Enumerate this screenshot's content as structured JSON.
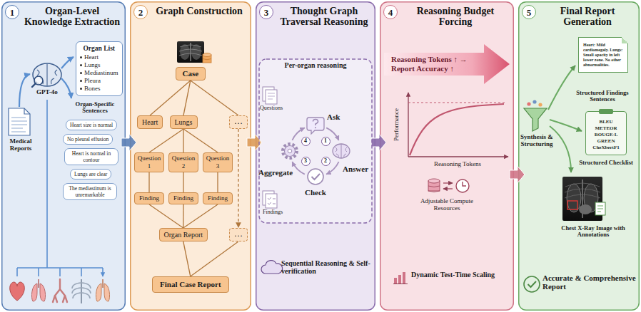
{
  "diagram": {
    "nodes": [
      {
        "text": [
          "Organ-Level Knowledge Extraction"
        ]
      },
      {
        "text": [
          "1"
        ],
        "in": 0
      },
      {
        "text": [
          "Organ List",
          "Heart",
          "Lungs",
          "Mediastinum",
          "Pleura",
          "Bones"
        ],
        "in": 0
      },
      {
        "text": [
          "Heart size is normal"
        ],
        "in": 0
      },
      {
        "text": [
          "No pleural effusion"
        ],
        "in": 0
      },
      {
        "text": [
          "Heart is normal in contour"
        ],
        "in": 0
      },
      {
        "text": [
          "Lungs are clear"
        ],
        "in": 0
      },
      {
        "text": [
          "The mediastinum is unremarkable"
        ],
        "in": 0
      },
      {
        "text": [
          "Graph Construction"
        ]
      },
      {
        "text": [
          "2"
        ],
        "in": 8
      },
      {
        "text": [
          "Case"
        ],
        "in": 8
      },
      {
        "text": [
          "Heart"
        ],
        "in": 8
      },
      {
        "text": [
          "Lungs"
        ],
        "in": 8
      },
      {
        "text": [
          "…"
        ],
        "in": 8
      },
      {
        "text": [
          "Question 1"
        ],
        "in": 8
      },
      {
        "text": [
          "Question 2"
        ],
        "in": 8
      },
      {
        "text": [
          "Question 3"
        ],
        "in": 8
      },
      {
        "text": [
          "Finding"
        ],
        "in": 8
      },
      {
        "text": [
          "Finding"
        ],
        "in": 8
      },
      {
        "text": [
          "Finding"
        ],
        "in": 8
      },
      {
        "text": [
          "Organ Report"
        ],
        "in": 8
      },
      {
        "text": [
          "…"
        ],
        "in": 8
      },
      {
        "text": [
          "Final Case Report"
        ],
        "in": 8
      },
      {
        "text": [
          "Thought Graph Traversal Reasoning"
        ]
      },
      {
        "text": [
          "3"
        ],
        "in": 23
      },
      {
        "text": [
          "Per-organ reasoning"
        ],
        "in": 23
      },
      {
        "text": [
          "1"
        ],
        "in": 25
      },
      {
        "text": [
          "2"
        ],
        "in": 25
      },
      {
        "text": [
          "3"
        ],
        "in": 25
      },
      {
        "text": [
          "4"
        ],
        "in": 25
      },
      {
        "text": [
          "Reasoning Budget Forcing"
        ]
      },
      {
        "text": [
          "4"
        ],
        "in": 30
      },
      {
        "text": [
          "Reasoning Tokens ↑ → Report Accuracy ↑"
        ],
        "in": 30
      },
      {
        "text": [
          "Final Report Generation"
        ]
      },
      {
        "text": [
          "5"
        ],
        "in": 33
      },
      {
        "text": [
          "Heart: Mild cardiomegaly. Lungs: Small opacity in left lower zone. No other abnormalities."
        ],
        "in": 33
      },
      {
        "text": [
          "BLEU METEOR ROUGE-L GREEN CheXbertF1"
        ],
        "in": 33
      }
    ],
    "edges": [
      {
        "from": 0,
        "to": 8,
        "arrow": "to"
      },
      {
        "from": 8,
        "to": 23,
        "arrow": "to"
      },
      {
        "from": 23,
        "to": 30,
        "arrow": "to"
      },
      {
        "from": 30,
        "to": 33,
        "arrow": "to"
      },
      {
        "from": 10,
        "to": 11,
        "arrow": "none"
      },
      {
        "from": 10,
        "to": 12,
        "arrow": "none"
      },
      {
        "from": 10,
        "to": 13,
        "arrow": "none"
      },
      {
        "from": 12,
        "to": 14,
        "arrow": "none"
      },
      {
        "from": 12,
        "to": 15,
        "arrow": "none"
      },
      {
        "from": 12,
        "to": 16,
        "arrow": "none"
      },
      {
        "from": 14,
        "to": 17,
        "arrow": "none"
      },
      {
        "from": 15,
        "to": 18,
        "arrow": "none"
      },
      {
        "from": 16,
        "to": 19,
        "arrow": "none"
      },
      {
        "from": 17,
        "to": 20,
        "arrow": "none"
      },
      {
        "from": 18,
        "to": 20,
        "arrow": "none"
      },
      {
        "from": 19,
        "to": 20,
        "arrow": "none"
      },
      {
        "from": 20,
        "to": 22,
        "arrow": "none"
      },
      {
        "from": 21,
        "to": 22,
        "arrow": "none"
      },
      {
        "from": 13,
        "to": 21,
        "arrow": "to"
      }
    ],
    "labels": [
      "Medical Reports",
      "GPT-4o",
      "Organ-Specific Sentences",
      "Questions",
      "Ask",
      "Answer",
      "Check",
      "Aggregate",
      "Findings",
      "Sequential Reasoning & Self-verification",
      "Performance",
      "Reasoning Tokens",
      "Adjustable Compute Resources",
      "Dynamic Test-Time Scaling",
      "Synthesis & Structuring",
      "Structured Findings Sentences",
      "Structured Checklist",
      "Chest X-Ray Image with Annotations",
      "Accurate & Comprehensive Report"
    ]
  }
}
